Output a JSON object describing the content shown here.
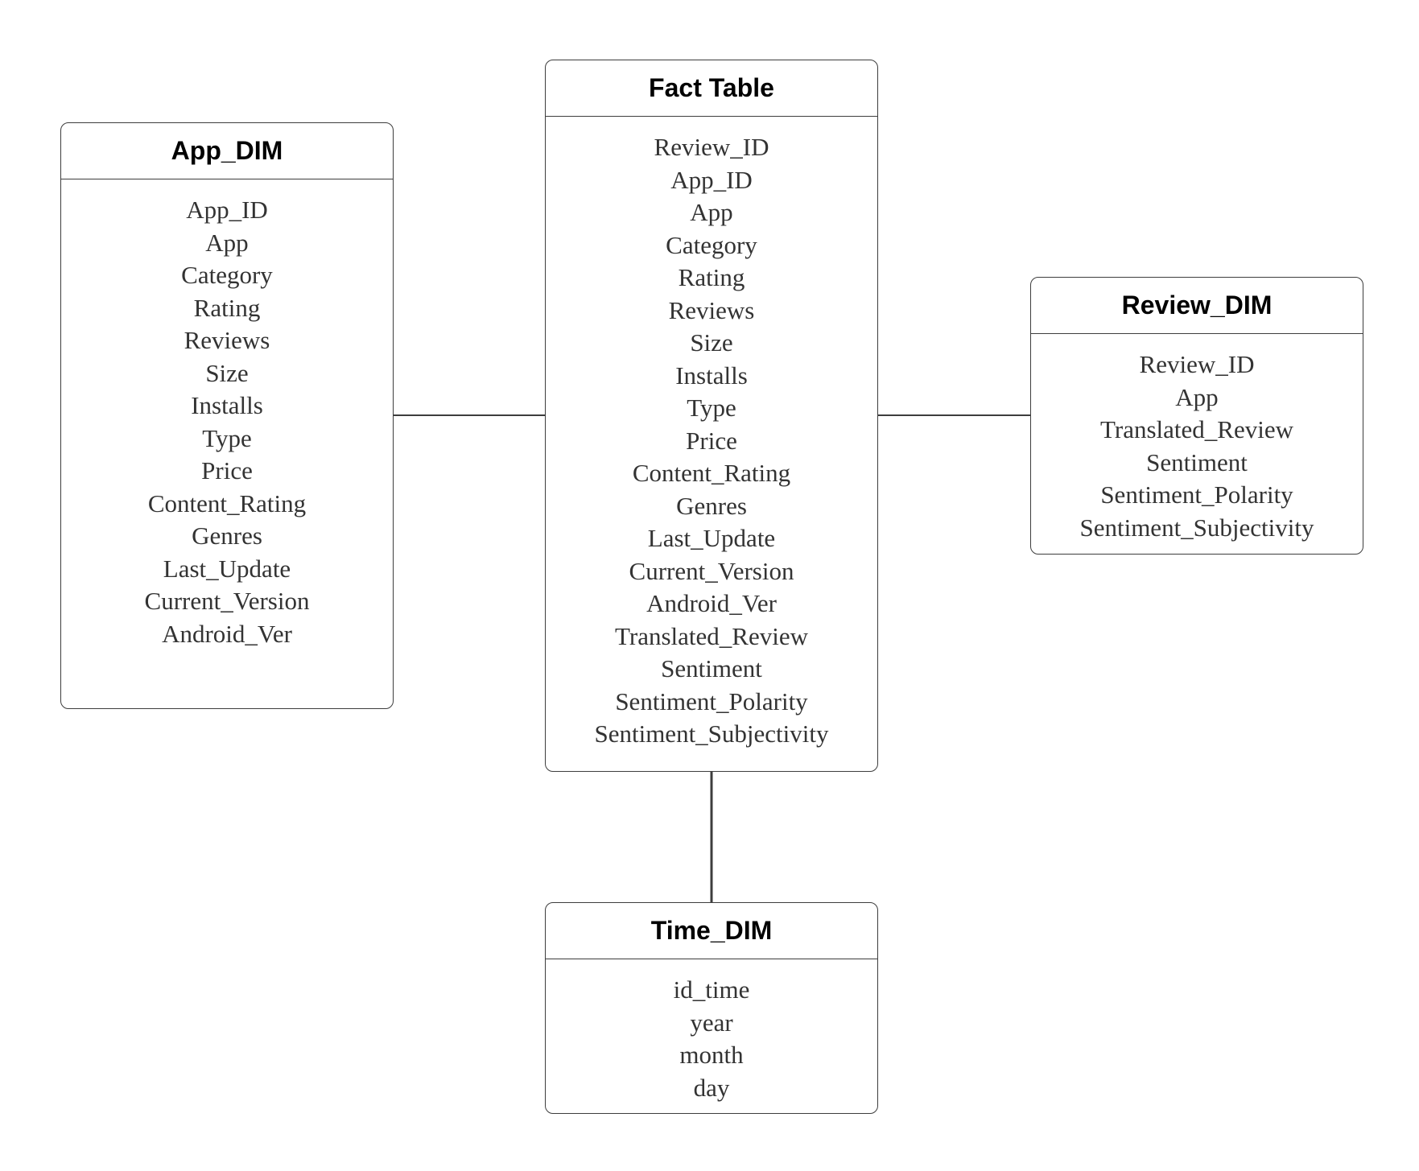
{
  "diagram": {
    "entities": {
      "app_dim": {
        "title": "App_DIM",
        "fields": [
          "App_ID",
          "App",
          "Category",
          "Rating",
          "Reviews",
          "Size",
          "Installs",
          "Type",
          "Price",
          "Content_Rating",
          "Genres",
          "Last_Update",
          "Current_Version",
          "Android_Ver"
        ]
      },
      "fact_table": {
        "title": "Fact Table",
        "fields": [
          "Review_ID",
          "App_ID",
          "App",
          "Category",
          "Rating",
          "Reviews",
          "Size",
          "Installs",
          "Type",
          "Price",
          "Content_Rating",
          "Genres",
          "Last_Update",
          "Current_Version",
          "Android_Ver",
          "Translated_Review",
          "Sentiment",
          "Sentiment_Polarity",
          "Sentiment_Subjectivity"
        ]
      },
      "review_dim": {
        "title": "Review_DIM",
        "fields": [
          "Review_ID",
          "App",
          "Translated_Review",
          "Sentiment",
          "Sentiment_Polarity",
          "Sentiment_Subjectivity"
        ]
      },
      "time_dim": {
        "title": "Time_DIM",
        "fields": [
          "id_time",
          "year",
          "month",
          "day"
        ]
      }
    },
    "relationships": [
      {
        "from": "app_dim",
        "to": "fact_table"
      },
      {
        "from": "fact_table",
        "to": "review_dim"
      },
      {
        "from": "fact_table",
        "to": "time_dim"
      }
    ],
    "colors": {
      "border": "#3d3d3d",
      "title_text": "#000000",
      "field_text": "#333333",
      "background": "#ffffff"
    }
  }
}
